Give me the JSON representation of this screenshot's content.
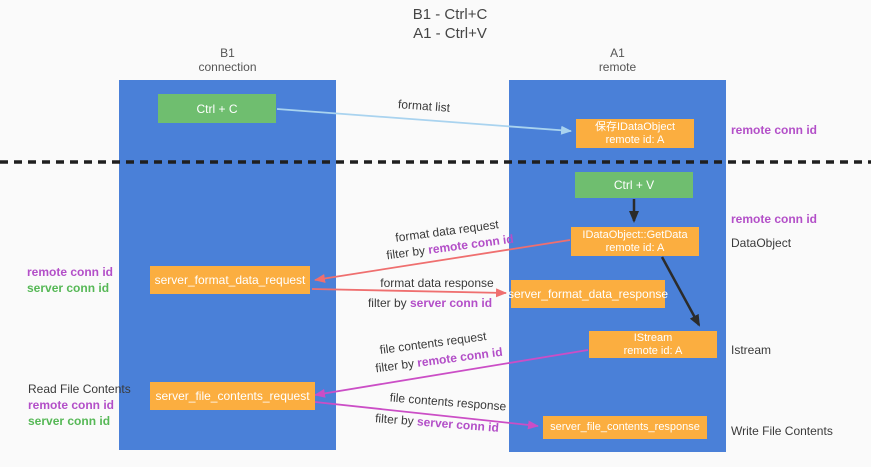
{
  "title": {
    "line1": "B1 - Ctrl+C",
    "line2": "A1 - Ctrl+V"
  },
  "lanes": {
    "left": {
      "title": "B1",
      "subtitle": "connection"
    },
    "right": {
      "title": "A1",
      "subtitle": "remote"
    }
  },
  "nodes": {
    "ctrl_c": {
      "label": "Ctrl + C"
    },
    "save_idataobject": {
      "line1": "保存IDataObject",
      "line2": "remote id: A"
    },
    "ctrl_v": {
      "label": "Ctrl + V"
    },
    "getdata": {
      "line1": "IDataObject::GetData",
      "line2": "remote id: A"
    },
    "server_format_data_request": {
      "label": "server_format_data_request"
    },
    "server_format_data_response": {
      "label": "server_format_data_response"
    },
    "istream": {
      "line1": "IStream",
      "line2": "remote id: A"
    },
    "server_file_contents_request": {
      "label": "server_file_contents_request"
    },
    "server_file_contents_response": {
      "label": "server_file_contents_response"
    }
  },
  "edge_labels": {
    "format_list": "format list",
    "format_data_request": "format data request",
    "format_data_response": "format data response",
    "file_contents_request": "file contents request",
    "file_contents_response": "file contents response",
    "filter_by": "filter by ",
    "remote_conn_id": "remote conn id",
    "server_conn_id": "server conn id"
  },
  "annotations": {
    "left_mid": {
      "remote": "remote conn id",
      "server": "server conn id"
    },
    "left_bottom": {
      "title": "Read File Contents",
      "remote": "remote conn id",
      "server": "server conn id"
    },
    "right_top_remote": "remote conn id",
    "right_ctrlv_remote": "remote conn id",
    "right_dataobject": "DataObject",
    "right_istream": "Istream",
    "right_write": "Write File Contents"
  },
  "colors": {
    "lane_blue": "#4A80D8",
    "node_green": "#6FBE6F",
    "node_orange": "#FBAE40",
    "arrow_lightblue": "#A9D3EF",
    "arrow_black": "#2B2B2B",
    "arrow_red": "#EF6F6F",
    "arrow_magenta": "#CB4EC6",
    "text_purple": "#B34FC8",
    "text_green": "#56B856"
  }
}
